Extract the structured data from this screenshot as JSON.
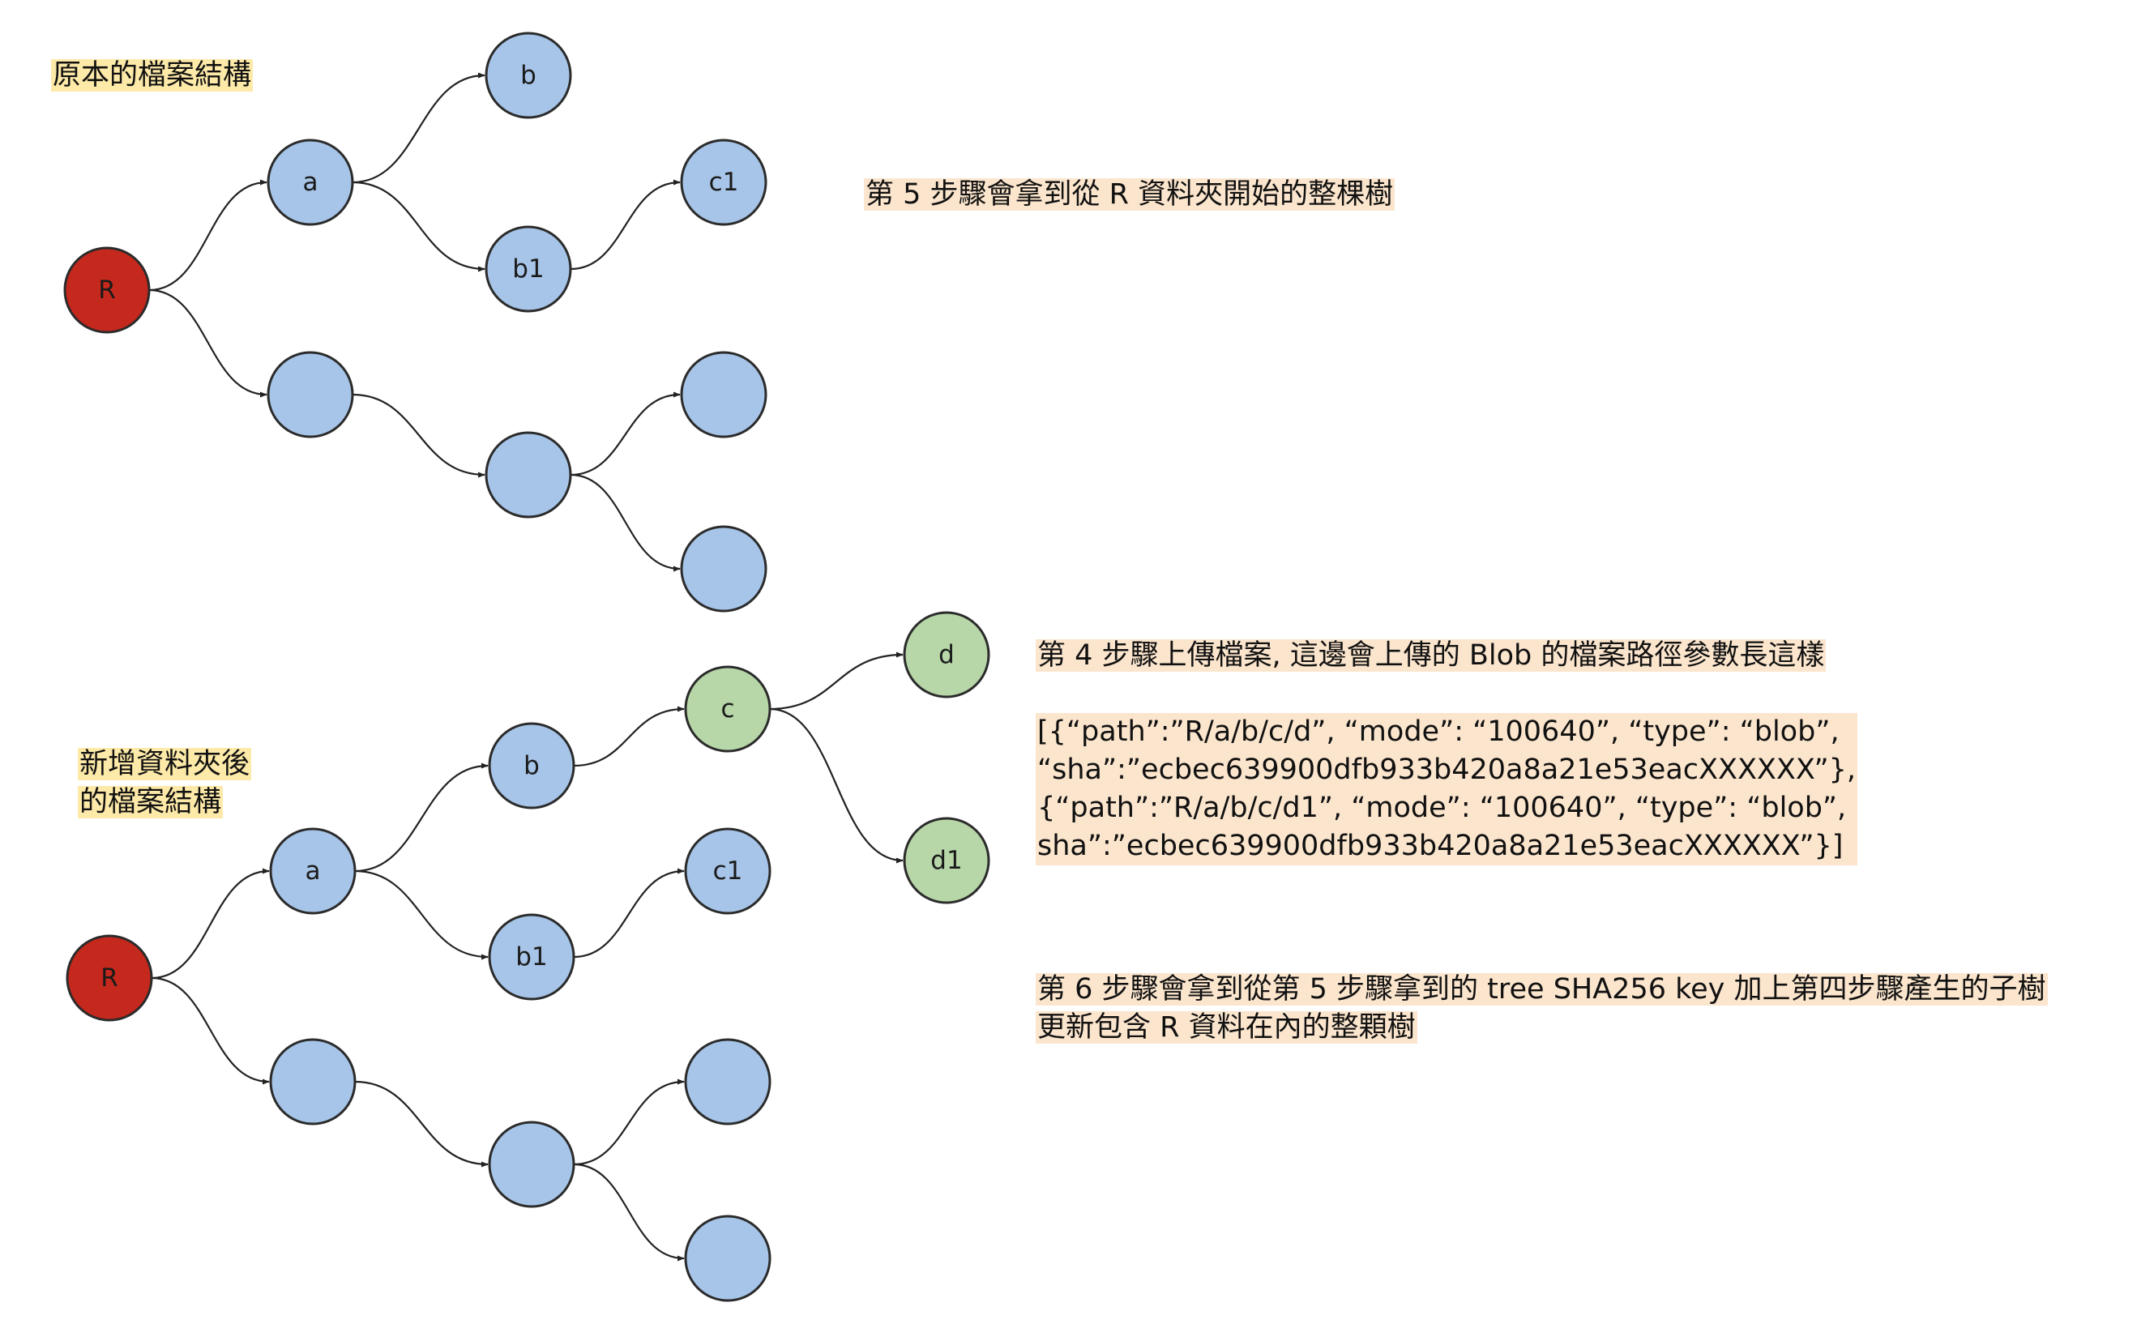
{
  "colors": {
    "root_fill": "#c5281c",
    "blue_fill": "#a7c5e8",
    "green_fill": "#b7d7a8",
    "edge": "#222222",
    "highlight_yellow": "#fde9a8",
    "highlight_peach": "#fbe5cd"
  },
  "labels": {
    "original_structure": "原本的檔案結構",
    "new_structure_line1": "新增資料夾後",
    "new_structure_line2": "的檔案結構",
    "step5": "第 5 步驟會拿到從 R 資料夾開始的整棵樹",
    "step4": "第 4 步驟上傳檔案, 這邊會上傳的 Blob 的檔案路徑參數長這樣",
    "payload_line1": "[{“path”:”R/a/b/c/d”, “mode”: “100640”, “type”: “blob”,",
    "payload_line2": "“sha”:”ecbec639900dfb933b420a8a21e53eacXXXXXX”},",
    "payload_line3": "{“path”:”R/a/b/c/d1”, “mode”: “100640”, “type”: “blob”,",
    "payload_line4": "sha”:”ecbec639900dfb933b420a8a21e53eacXXXXXX”}]",
    "step6_line1": "第 6 步驟會拿到從第 5 步驟拿到的 tree SHA256 key 加上第四步驟產生的子樹",
    "step6_line2": "更新包含 R 資料在內的整顆樹"
  },
  "trees": [
    {
      "name": "original",
      "nodes": [
        {
          "id": "R",
          "label": "R",
          "color": "root"
        },
        {
          "id": "a",
          "label": "a",
          "color": "blue"
        },
        {
          "id": "b",
          "label": "b",
          "color": "blue"
        },
        {
          "id": "b1",
          "label": "b1",
          "color": "blue"
        },
        {
          "id": "c1",
          "label": "c1",
          "color": "blue"
        },
        {
          "id": "n1",
          "label": "",
          "color": "blue"
        },
        {
          "id": "n2",
          "label": "",
          "color": "blue"
        },
        {
          "id": "n3",
          "label": "",
          "color": "blue"
        },
        {
          "id": "n4",
          "label": "",
          "color": "blue"
        }
      ],
      "edges": [
        [
          "R",
          "a"
        ],
        [
          "R",
          "n1"
        ],
        [
          "a",
          "b"
        ],
        [
          "a",
          "b1"
        ],
        [
          "b1",
          "c1"
        ],
        [
          "n1",
          "n2"
        ],
        [
          "n2",
          "n3"
        ],
        [
          "n2",
          "n4"
        ]
      ]
    },
    {
      "name": "after_add",
      "nodes": [
        {
          "id": "R",
          "label": "R",
          "color": "root"
        },
        {
          "id": "a",
          "label": "a",
          "color": "blue"
        },
        {
          "id": "b",
          "label": "b",
          "color": "blue"
        },
        {
          "id": "b1",
          "label": "b1",
          "color": "blue"
        },
        {
          "id": "c",
          "label": "c",
          "color": "green"
        },
        {
          "id": "c1",
          "label": "c1",
          "color": "blue"
        },
        {
          "id": "d",
          "label": "d",
          "color": "green"
        },
        {
          "id": "d1",
          "label": "d1",
          "color": "green"
        },
        {
          "id": "n1",
          "label": "",
          "color": "blue"
        },
        {
          "id": "n2",
          "label": "",
          "color": "blue"
        },
        {
          "id": "n3",
          "label": "",
          "color": "blue"
        },
        {
          "id": "n4",
          "label": "",
          "color": "blue"
        }
      ],
      "edges": [
        [
          "R",
          "a"
        ],
        [
          "R",
          "n1"
        ],
        [
          "a",
          "b"
        ],
        [
          "a",
          "b1"
        ],
        [
          "b",
          "c"
        ],
        [
          "b1",
          "c1"
        ],
        [
          "c",
          "d"
        ],
        [
          "c",
          "d1"
        ],
        [
          "n1",
          "n2"
        ],
        [
          "n2",
          "n3"
        ],
        [
          "n2",
          "n4"
        ]
      ]
    }
  ]
}
